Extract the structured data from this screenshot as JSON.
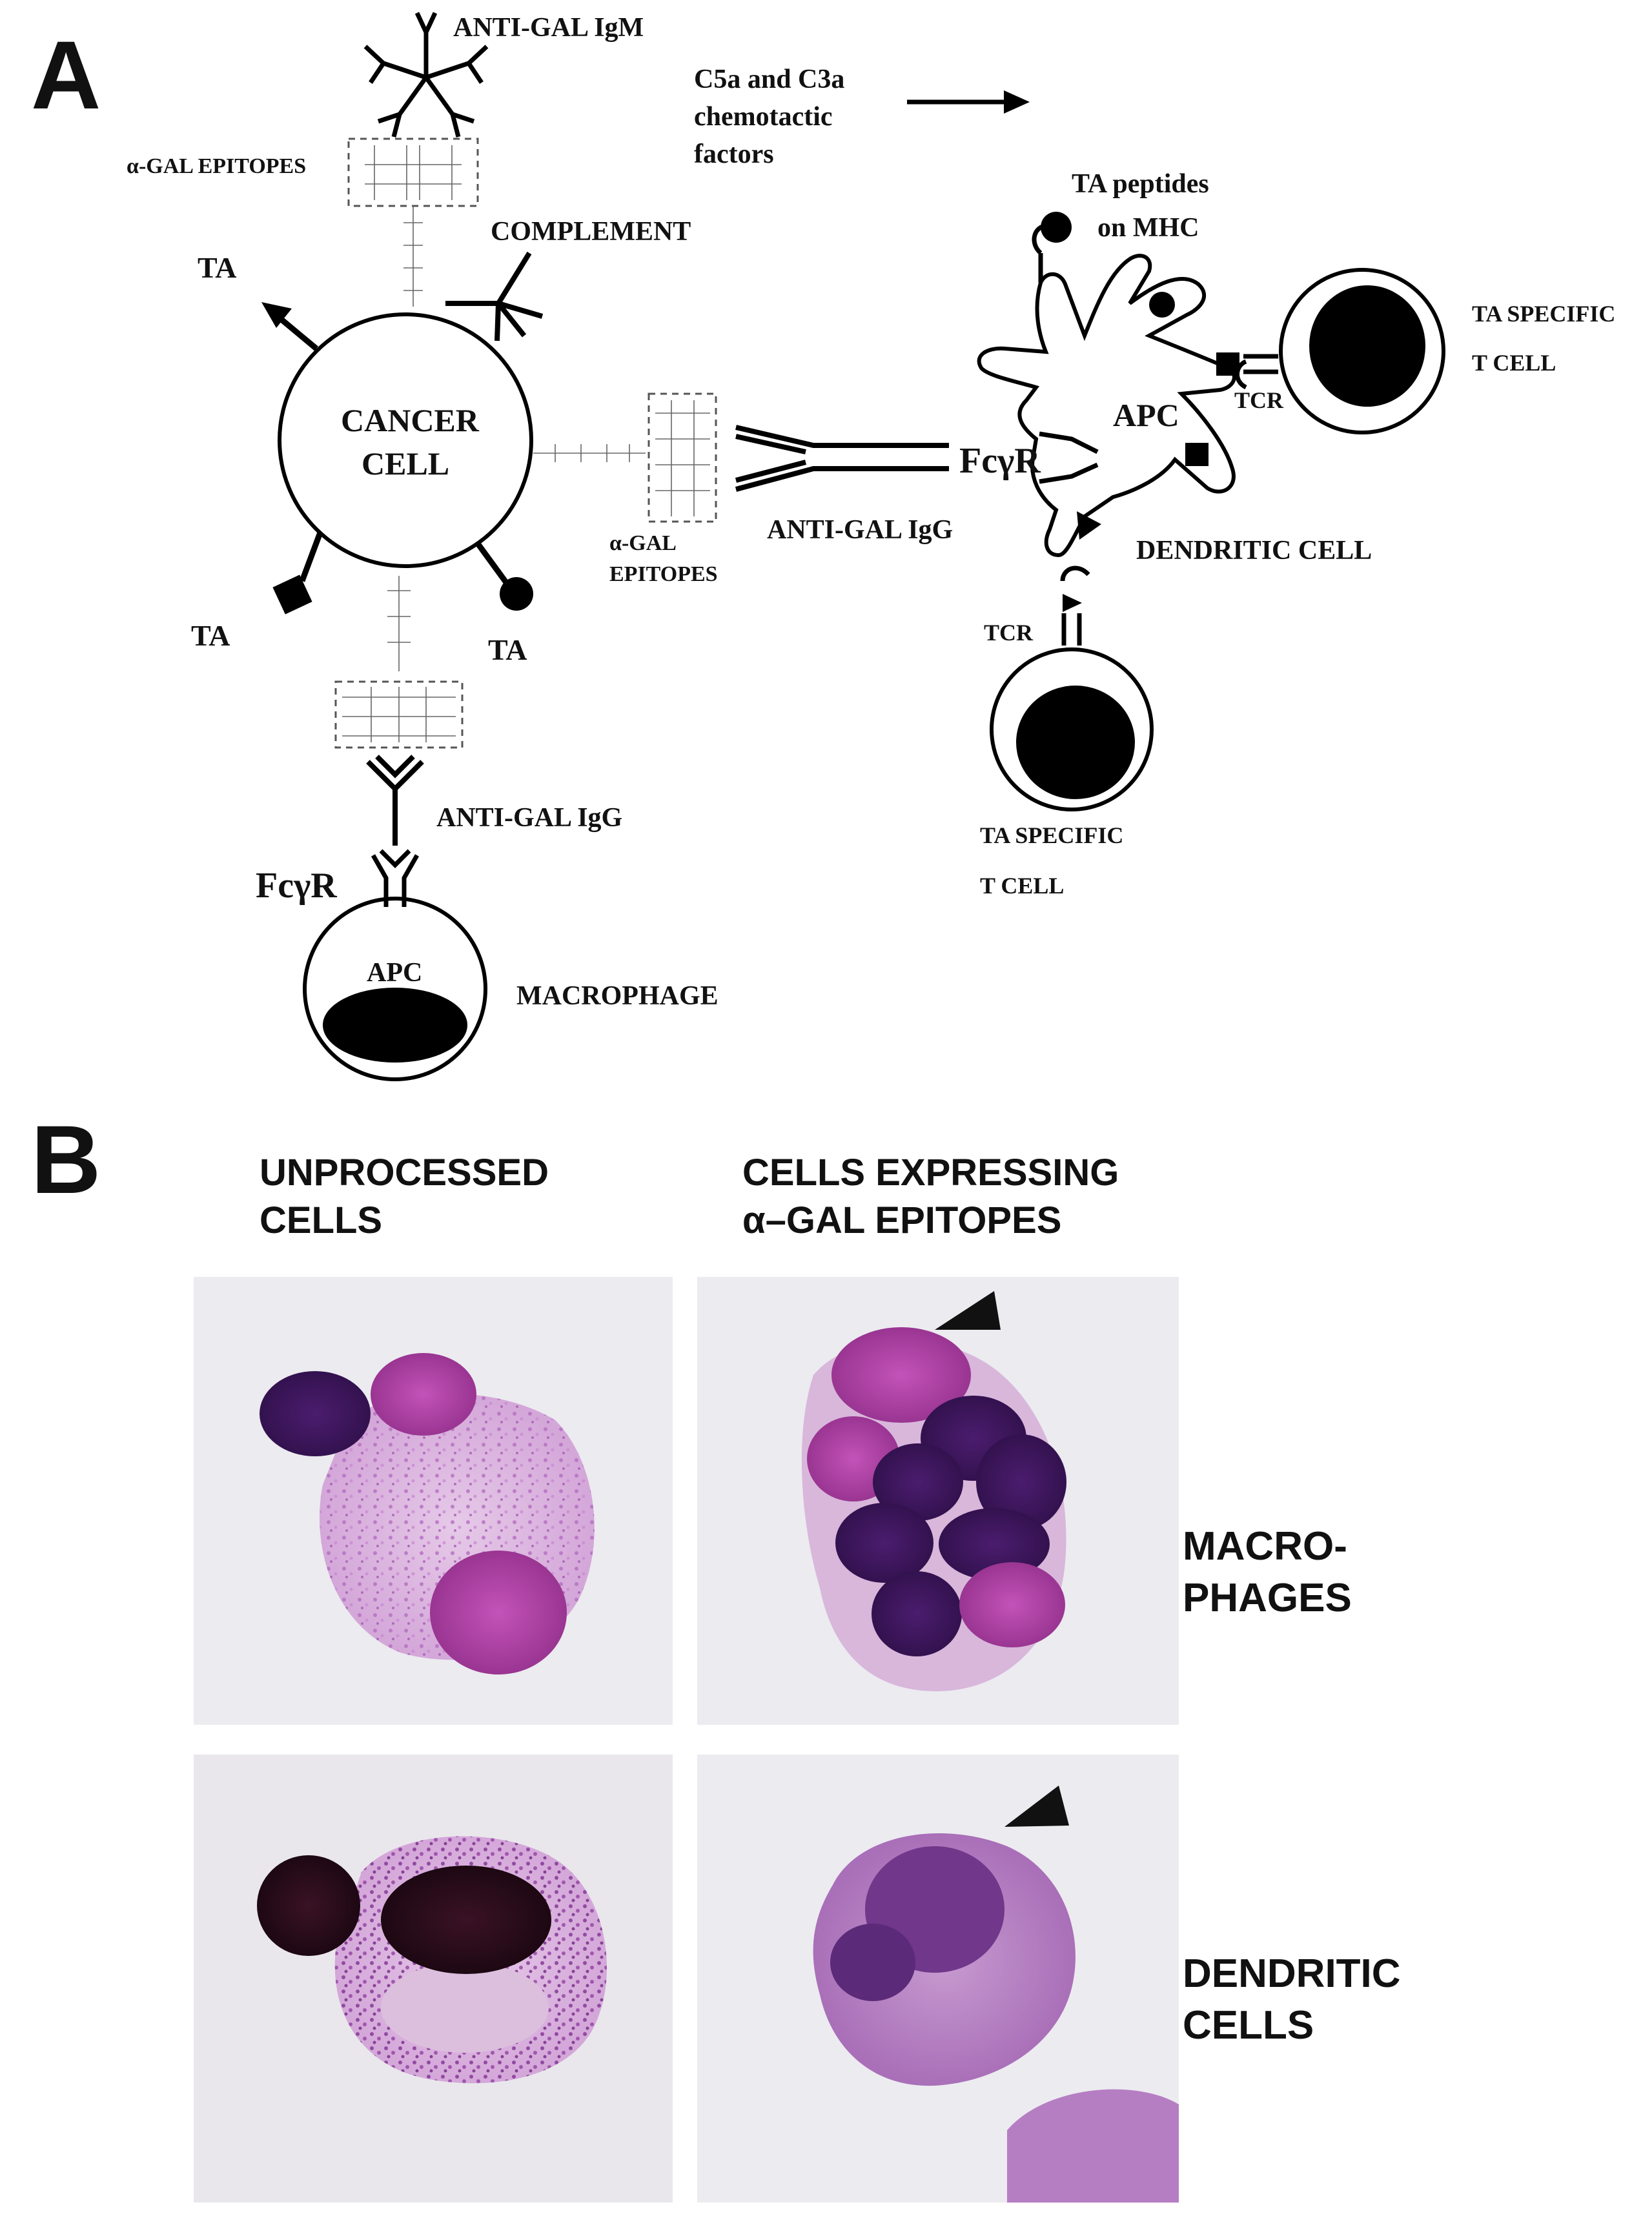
{
  "panel_a": {
    "letter": "A",
    "anti_gal_igm": "ANTI-GAL IgM",
    "chemotactic_line1": "C5a and C3a",
    "chemotactic_line2": "chemotactic",
    "chemotactic_line3": "factors",
    "alpha_gal_epitopes_top": "α-GAL EPITOPES",
    "complement": "COMPLEMENT",
    "ta_top_left": "TA",
    "cancer_cell_line1": "CANCER",
    "cancer_cell_line2": "CELL",
    "alpha_gal_epitopes_mid_line1": "α-GAL",
    "alpha_gal_epitopes_mid_line2": "EPITOPES",
    "anti_gal_igg_mid": "ANTI-GAL IgG",
    "ta_bottom_left": "TA",
    "ta_bottom_right": "TA",
    "anti_gal_igg_bottom": "ANTI-GAL IgG",
    "fcgr_bottom": "FcγR",
    "apc_macrophage": "APC",
    "macrophage": "MACROPHAGE",
    "ta_peptides_line1": "TA  peptides",
    "ta_peptides_line2": "on MHC",
    "fcgr_dc": "FcγR",
    "apc_dc": "APC",
    "dendritic_cell": "DENDRITIC CELL",
    "tcr_right": "TCR",
    "tcr_bottom": "TCR",
    "ta_specific_right_line1": "TA  SPECIFIC",
    "ta_specific_right_line2": "T CELL",
    "ta_specific_bottom_line1": "TA  SPECIFIC",
    "ta_specific_bottom_line2": "T CELL"
  },
  "panel_b": {
    "letter": "B",
    "col_left_line1": "UNPROCESSED",
    "col_left_line2": "CELLS",
    "col_right_line1": "CELLS EXPRESSING",
    "col_right_line2": "α–GAL EPITOPES",
    "row_top_line1": "MACRO-",
    "row_top_line2": "PHAGES",
    "row_bottom_line1": "DENDRITIC",
    "row_bottom_line2": "CELLS"
  }
}
